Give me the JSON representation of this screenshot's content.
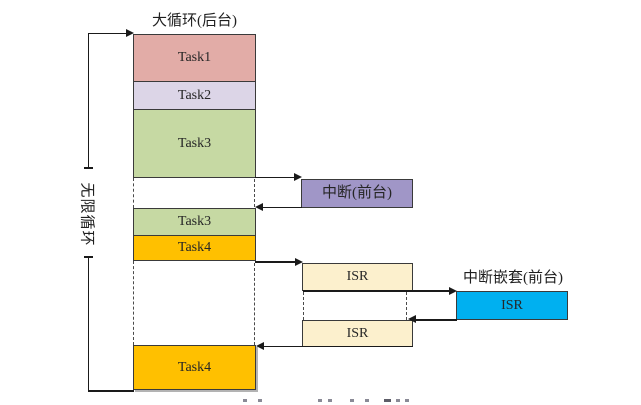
{
  "figure": {
    "title": "大循环(后台)",
    "loop_label": "无限循环",
    "background_tasks": [
      {
        "label": "Task1",
        "color": "#e2aca7"
      },
      {
        "label": "Task2",
        "color": "#dcd5e7"
      },
      {
        "label": "Task3",
        "color": "#c6d9a3"
      },
      {
        "label": "Task3",
        "color": "#c6d9a3"
      },
      {
        "label": "Task4",
        "color": "#ffc000"
      },
      {
        "label": "Task4",
        "color": "#ffc000"
      }
    ],
    "foreground": {
      "interrupt": {
        "label": "中断(前台)",
        "color": "#a096c7"
      },
      "isr_first": {
        "label": "ISR",
        "color": "#fcf0cd"
      },
      "nested_title": "中断嵌套(前台)",
      "nested_isr": {
        "label": "ISR",
        "color": "#00b0f0"
      },
      "isr_resume": {
        "label": "ISR",
        "color": "#fcf0cd"
      }
    },
    "line_color": "#1a1a1a"
  }
}
